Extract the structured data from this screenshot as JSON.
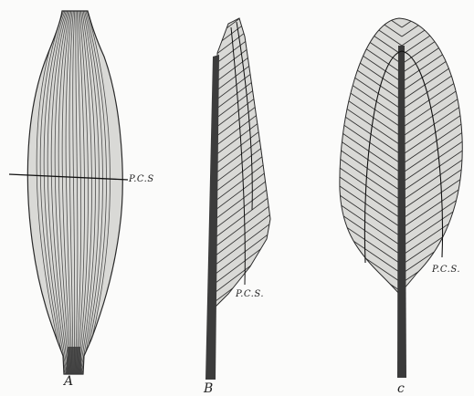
{
  "figures": [
    {
      "key": "A",
      "letter": "A",
      "label": "P.C.S"
    },
    {
      "key": "B",
      "letter": "B",
      "label": "P.C.S."
    },
    {
      "key": "C",
      "letter": "c",
      "label": "P.C.S."
    }
  ],
  "ink": "#2a2a2a",
  "paper": "#fbfbfa",
  "fill": "#d9d9d6"
}
